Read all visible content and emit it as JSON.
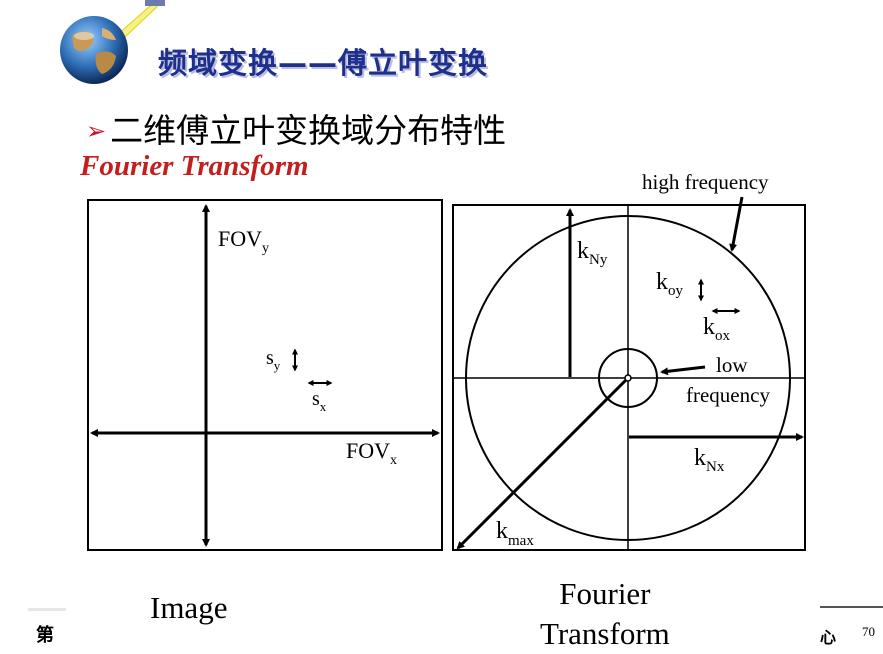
{
  "slide": {
    "title": "频域变换——傅立叶变换",
    "bullet_marker": "➢",
    "bullet_text": "二维傅立叶变换域分布特性",
    "heading": "Fourier Transform",
    "footer_left": "第",
    "footer_right": "心",
    "page_number": "70"
  },
  "image_panel": {
    "fov_y": "FOV",
    "fov_y_sub": "y",
    "fov_x": "FOV",
    "fov_x_sub": "x",
    "s_y": "s",
    "s_y_sub": "y",
    "s_x": "s",
    "s_x_sub": "x",
    "caption": "Image"
  },
  "fourier_panel": {
    "high_frequency": "high frequency",
    "k_ny": "k",
    "k_ny_sub": "Ny",
    "k_oy": "k",
    "k_oy_sub": "oy",
    "k_ox": "k",
    "k_ox_sub": "ox",
    "low": "low",
    "frequency": "frequency",
    "k_nx": "k",
    "k_nx_sub": "Nx",
    "k_max": "k",
    "k_max_sub": "max",
    "caption_line1": "Fourier",
    "caption_line2": "Transform"
  },
  "colors": {
    "title": "#1f2f8c",
    "heading": "#c41f1f",
    "bullet_marker": "#c4182a"
  },
  "icons": {
    "logo": "earth-globe-icon"
  }
}
